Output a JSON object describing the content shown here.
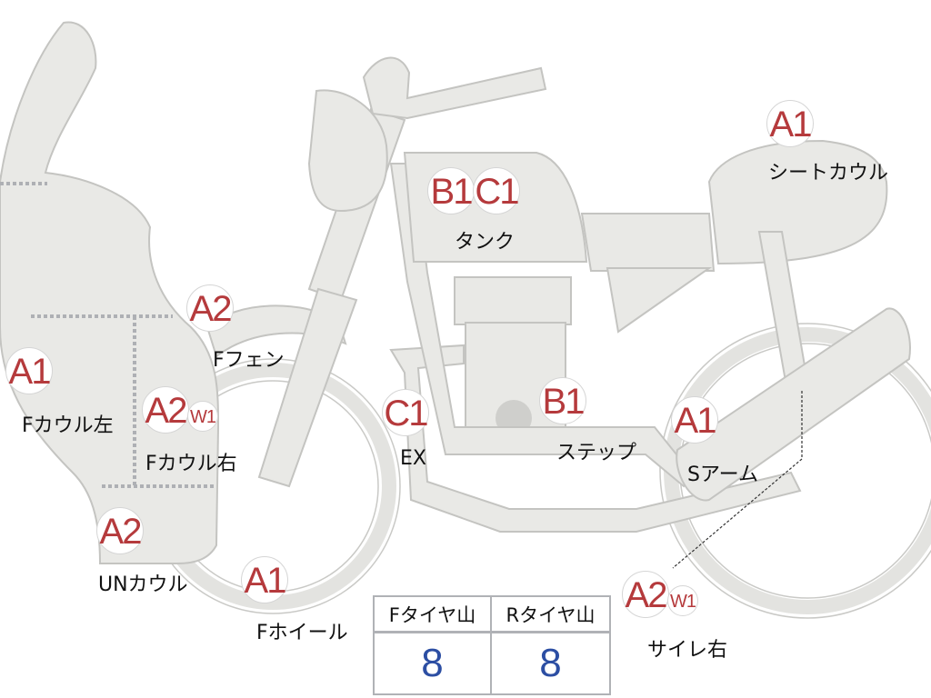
{
  "parts": [
    {
      "id": "f-cowl-left",
      "grade": "A1",
      "label": "Fカウル左"
    },
    {
      "id": "f-cowl-right",
      "grade": "A2",
      "sub": "W1",
      "label": "Fカウル右"
    },
    {
      "id": "f-fender",
      "grade": "A2",
      "label": "Fフェン"
    },
    {
      "id": "un-cowl",
      "grade": "A2",
      "label": "UNカウル"
    },
    {
      "id": "f-wheel",
      "grade": "A1",
      "label": "Fホイール"
    },
    {
      "id": "tank",
      "grades": [
        "B1",
        "C1"
      ],
      "label": "タンク"
    },
    {
      "id": "exhaust",
      "grade": "C1",
      "label": "EX"
    },
    {
      "id": "step",
      "grade": "B1",
      "label": "ステップ"
    },
    {
      "id": "s-arm",
      "grade": "A1",
      "label": "Sアーム"
    },
    {
      "id": "seat-cowl",
      "grade": "A1",
      "label": "シートカウル"
    },
    {
      "id": "silencer-right",
      "grade": "A2",
      "sub": "W1",
      "label": "サイレ右"
    }
  ],
  "tire_table": {
    "headers": [
      "Fタイヤ山",
      "Rタイヤ山"
    ],
    "values": [
      "8",
      "8"
    ]
  }
}
